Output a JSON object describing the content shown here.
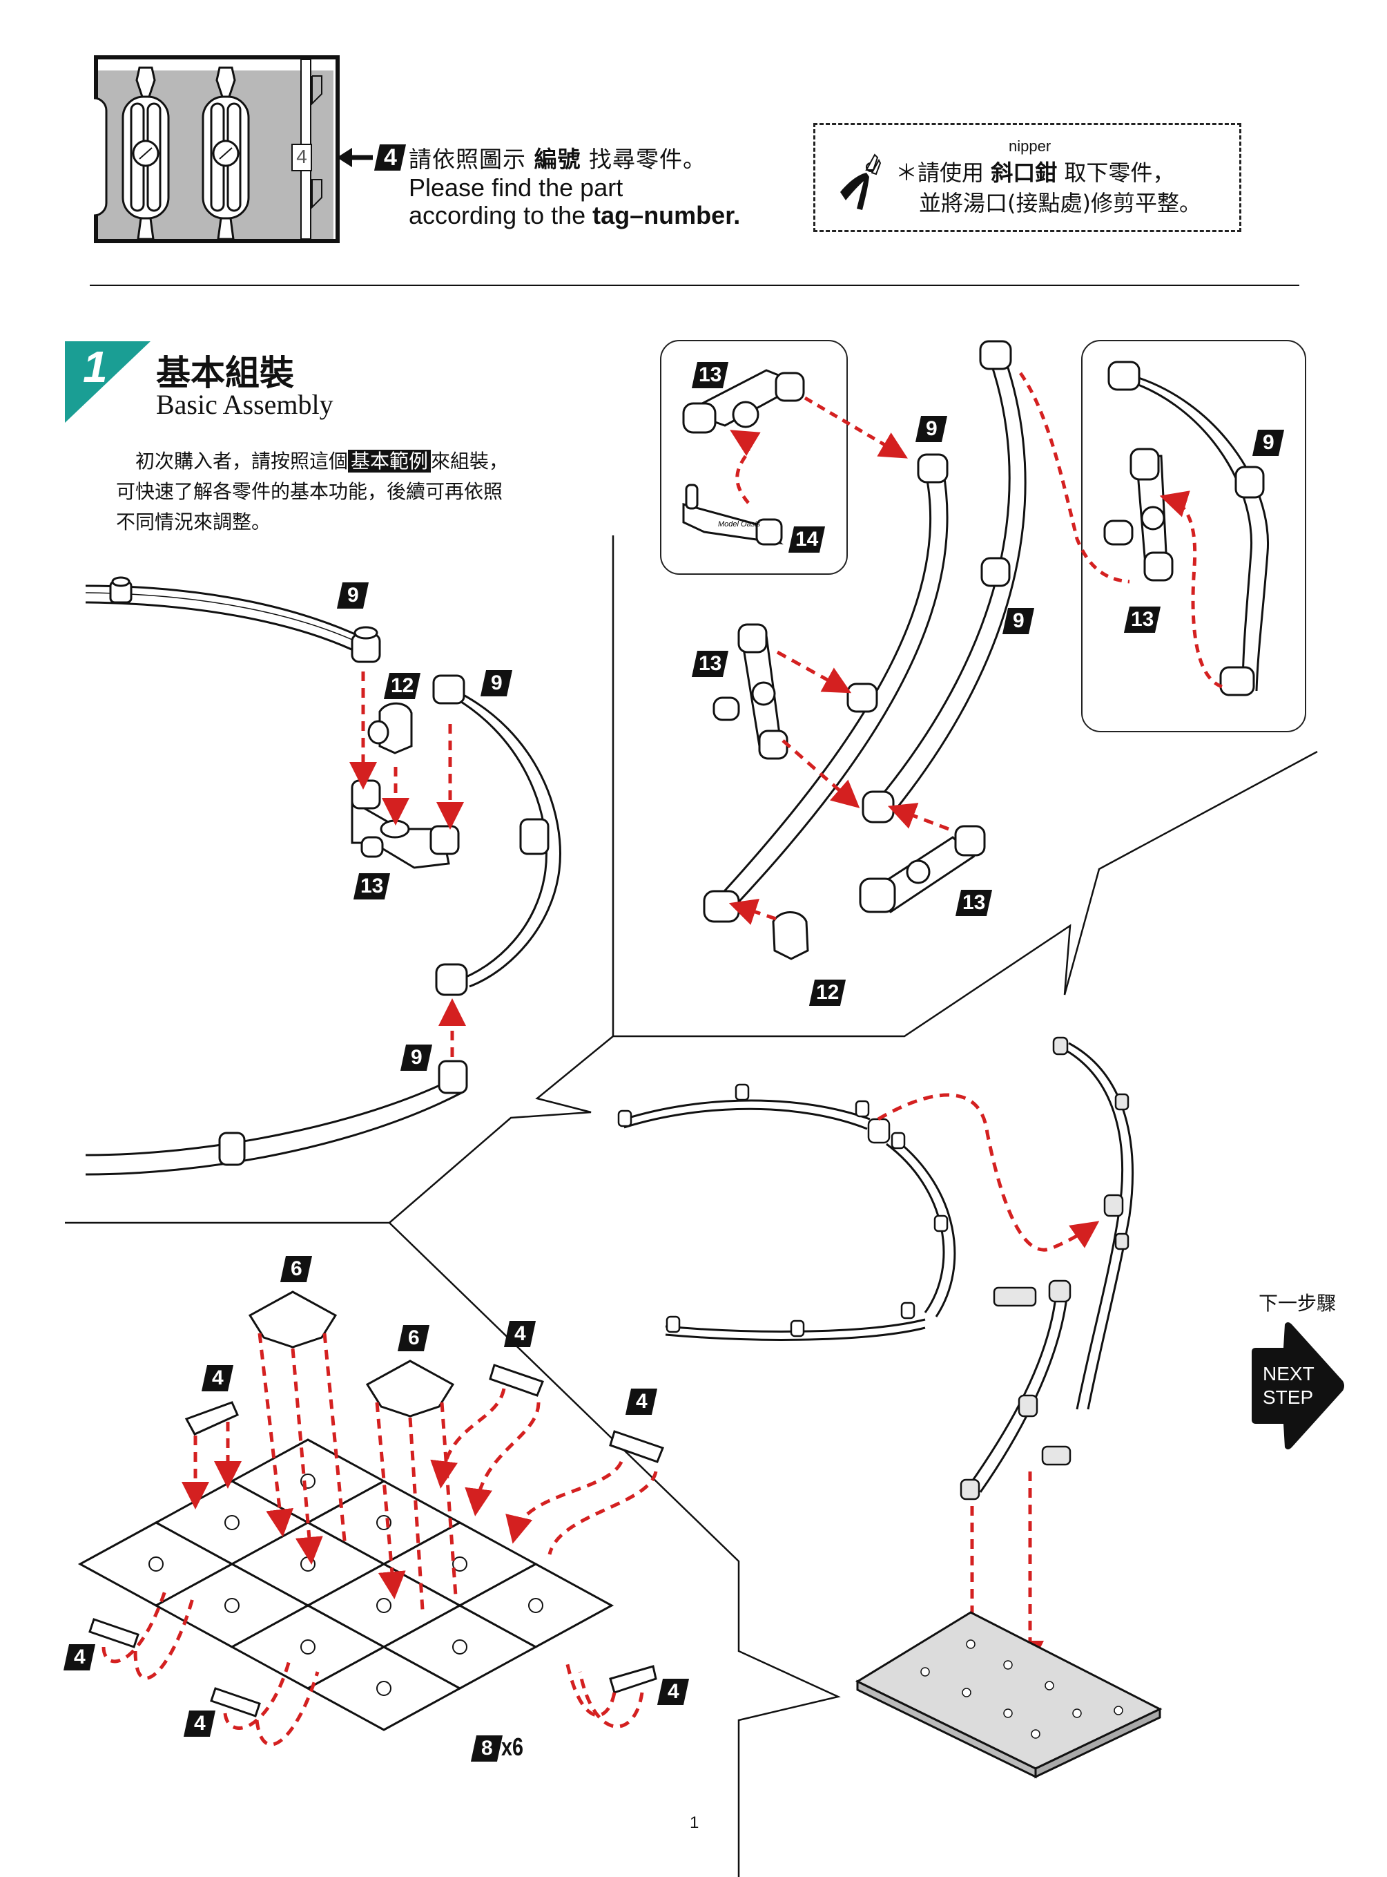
{
  "header": {
    "tag_number": "4",
    "runner_tag_label": "4",
    "instruction_zh_parts": [
      "請依照圖示 ",
      "編號",
      " 找尋零件。"
    ],
    "instruction_en_line1": "Please find the part",
    "instruction_en_line2_prefix": "according to the ",
    "instruction_en_line2_bold": "tag–number.",
    "tool_box": {
      "tool_name": "nipper",
      "icon": "nipper-icon",
      "line1_prefix": "＊請使用 ",
      "line1_bold": "斜口鉗",
      "line1_suffix": " 取下零件，",
      "line2": "並將湯口(接點處)修剪平整。"
    }
  },
  "step": {
    "number": "1",
    "title_zh": "基本組裝",
    "title_en": "Basic Assembly",
    "body_line1_prefix": "初次購入者，請按照這個",
    "body_line1_highlight": "基本範例",
    "body_line1_suffix": "來組裝，",
    "body_line2": "可快速了解各零件的基本功能，後續可再依照",
    "body_line3": "不同情況來調整。",
    "accent_color": "#1a9e94"
  },
  "diagram_left": {
    "tags": [
      "9",
      "12",
      "9",
      "13",
      "9"
    ]
  },
  "diagram_panel_top": {
    "tags": [
      "13",
      "14"
    ],
    "part_marking": "Model Oasis"
  },
  "diagram_panel_right": {
    "tags": [
      "9",
      "13"
    ]
  },
  "diagram_middle": {
    "tags": [
      "9",
      "9",
      "13",
      "13",
      "12"
    ]
  },
  "diagram_base": {
    "tags": [
      "6",
      "6",
      "4",
      "4",
      "4",
      "4",
      "4",
      "4"
    ],
    "base_tag": "8",
    "base_qty": "x6"
  },
  "next_step": {
    "label_zh": "下一步驟",
    "line1": "NEXT",
    "line2": "STEP"
  },
  "footer": {
    "page_number": "1"
  },
  "colors": {
    "arrow_red": "#d42020",
    "tag_black": "#111111",
    "runner_gray": "#b8b8b8"
  }
}
